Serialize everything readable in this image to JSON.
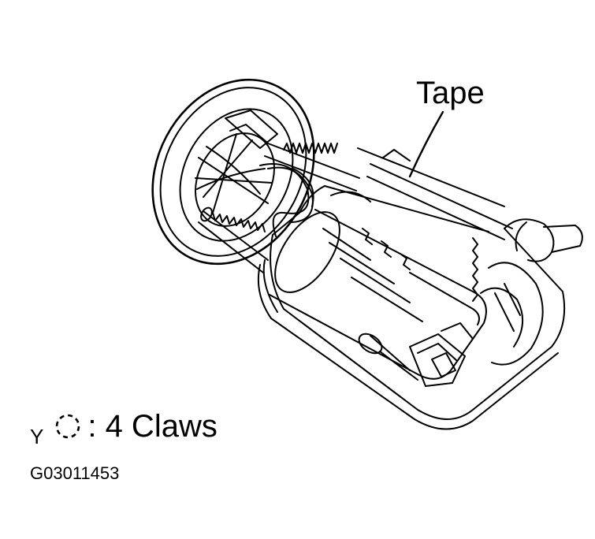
{
  "labels": {
    "tape": "Tape",
    "legend_prefix": "Y",
    "legend_text": ": 4 Claws",
    "figure_code": "G03011453"
  },
  "icons": {
    "legend_symbol": "dashed-circle-claw-icon"
  },
  "colors": {
    "line": "#000000",
    "background": "#ffffff"
  }
}
